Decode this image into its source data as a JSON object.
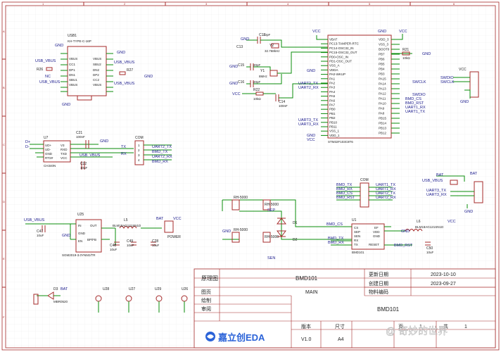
{
  "border": {
    "cols": [
      "1",
      "2",
      "3",
      "4",
      "5",
      "6"
    ],
    "rows": [
      "A",
      "B",
      "C",
      "D",
      "E",
      "F"
    ]
  },
  "components": {
    "usb": {
      "ref": "USB1",
      "value": "KH-TYPE-C-16P",
      "left_pins": [
        "VBUS",
        "CC1",
        "DP1",
        "DN1",
        "SBU1",
        "VBUS"
      ],
      "right_pins": [
        "VBUS",
        "SBU2",
        "DN2",
        "DP2",
        "CC2",
        "VBUS"
      ],
      "r26": "R26",
      "r27": "R27"
    },
    "ch340": {
      "ref": "U7",
      "value": "CH340N",
      "pins_left": [
        "UD+",
        "UD-",
        "GND",
        "RTS#"
      ],
      "pins_right": [
        "V3",
        "RXD",
        "TXD",
        "VCC"
      ],
      "c21": "C21",
      "c21v": "100nF",
      "c22": "C22",
      "c22v": "10uF"
    },
    "com1": {
      "ref": "COM",
      "pins": [
        "1",
        "2",
        "3",
        "4"
      ]
    },
    "mcu": {
      "ref": "U1",
      "value": "STM32F103C8T6",
      "left_pins": [
        "VBAT",
        "PC13-TAMPER-RTC",
        "PC14-OSC32_IN",
        "PC15-OSC32_OUT",
        "PD0-OSC_IN",
        "PD1-OSC_OUT",
        "VSS_A",
        "VDDA",
        "PA0-WKUP",
        "PA1",
        "PA2",
        "PA3",
        "PA4",
        "PA5",
        "PA6",
        "PA7",
        "PB0",
        "PB1",
        "PB2",
        "PB10",
        "PB11",
        "VSS_1",
        "VDD_1"
      ],
      "right_pins": [
        "VDD_3",
        "VSS_3",
        "BOOT0",
        "PB7",
        "PB6",
        "PB5",
        "PB4",
        "PB3",
        "PA15",
        "PA14",
        "PA13",
        "PA12",
        "PA11",
        "PA10",
        "PA9",
        "PA8",
        "PB15",
        "PB14",
        "PB13",
        "PB12"
      ]
    },
    "crystal": {
      "y2": "Y2",
      "y2v": "32.768kHz",
      "y1": "Y1",
      "y1v": "8MHz",
      "c12": "C12",
      "c12v": "12pF",
      "c15": "C15",
      "c15v": "20pF",
      "c16": "C16",
      "c16v": "20pF",
      "c13": "C13"
    },
    "reset": {
      "r22": "R22",
      "r22v": "10kΩ",
      "c14": "C14",
      "c14v": "100nF"
    },
    "boot": {
      "r21": "R21",
      "r21v": "10kΩ"
    },
    "swd": {
      "ref": "VCC",
      "pins": [
        "SWDIO",
        "SWCLK",
        "GND"
      ]
    },
    "ldo": {
      "ref": "U25",
      "value": "SGM2019-3.0YN5G/TR",
      "pins": [
        "IN",
        "GND",
        "EN",
        "OUT",
        "BP/FB"
      ],
      "c47": "C47",
      "c47v": "10uF",
      "c48": "C48",
      "c48v": "10uF",
      "c49": "C49",
      "c49v": "10uF",
      "c28": "C28",
      "c28v": "10uF",
      "l5": "L5",
      "l5v": "BLM18AG121SN1D",
      "power": "POWER"
    },
    "d3": {
      "ref": "D3",
      "value": "MBR0520"
    },
    "bmd": {
      "ref": "U1",
      "value": "BMD101",
      "pins_left": [
        "CS",
        "SEP",
        "SEN",
        "RX",
        "TX"
      ],
      "pins_right": [
        "EF",
        "VDD",
        "GND",
        "RESET"
      ],
      "rh1": "RH-5000",
      "rh2": "RH-5000",
      "rh3": "RH-5000",
      "rh4": "RH-5000",
      "d1": "D1",
      "d2": "D2",
      "l6": "L6",
      "l6v": "BLM18AG121SN1D",
      "c50": "C50",
      "c50v": "10uF"
    },
    "testpoints": [
      "U28",
      "U27",
      "U29",
      "U26"
    ],
    "com2": {
      "ref": "COM"
    },
    "conn_bat": {
      "ref": "BAT"
    }
  },
  "net_labels": {
    "usb_vbus": "USB_VBUS",
    "gnd": "GND",
    "vcc": "VCC",
    "bat": "BAT",
    "uart2_tx": "UART2_TX",
    "uart2_rx": "UART2_RX",
    "uart1_tx": "UART1_TX",
    "uart1_rx": "UART1_RX",
    "uart3_tx": "UART3_TX",
    "uart3_rx": "UART3_RX",
    "bmd_tx": "BMD_TX",
    "bmd_rx": "BMD_RX",
    "bmd_cs": "BMD_CS",
    "bmd_rst": "BMD_RST",
    "swdio": "SWDIO",
    "swclk": "SWCLK",
    "sep": "SEP",
    "sen": "SEN",
    "tx": "TX",
    "rx": "RX",
    "nc": "NC",
    "dp": "D+",
    "dm": "D-"
  },
  "title_block": {
    "principle_label": "原理图",
    "principle_value": "BMD101",
    "sheet_label": "图页",
    "sheet_value": "MAIN",
    "draw_label": "绘制",
    "review_label": "审阅",
    "update_label": "更新日期",
    "update_value": "2023-10-10",
    "create_label": "创建日期",
    "create_value": "2023-09-27",
    "material_label": "物料编码",
    "project": "BMD101",
    "logo": "嘉立创EDA",
    "version_label": "版本",
    "version_value": "V1.0",
    "size_label": "尺寸",
    "size_value": "A4",
    "page_label": "页",
    "page_num": "1",
    "total_label": "共",
    "total_num": "1",
    "watermark": "@ 奇妙的世界"
  }
}
